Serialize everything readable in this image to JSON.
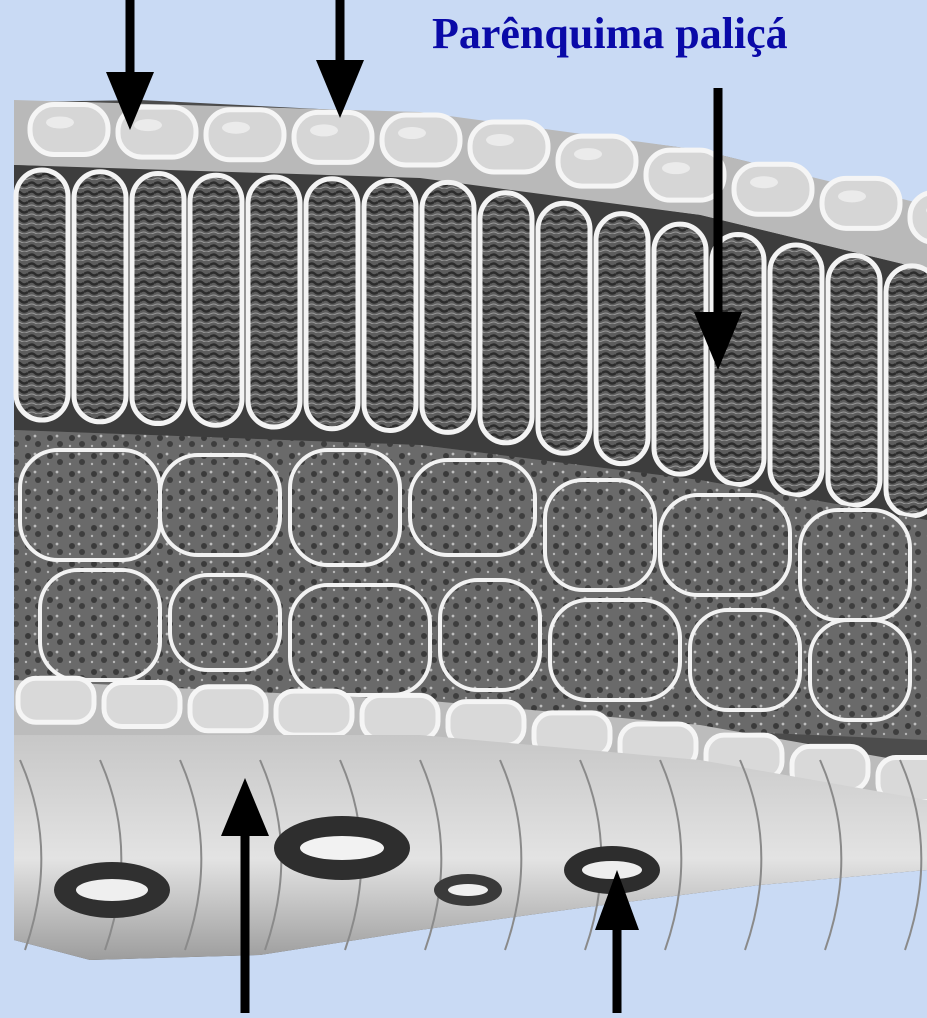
{
  "diagram": {
    "labels": {
      "palisade": "Parênquima paliçá"
    },
    "colors": {
      "background": "#c9daf4",
      "label_text": "#0a0aa8",
      "arrow": "#000000",
      "tissue_dark": "#555555",
      "tissue_light": "#e4e4e4",
      "cell_wall": "#f5f5f5"
    },
    "arrows": [
      {
        "name": "arrow-top-left",
        "direction": "down"
      },
      {
        "name": "arrow-top-middle",
        "direction": "down"
      },
      {
        "name": "arrow-palisade",
        "direction": "down"
      },
      {
        "name": "arrow-lower-epidermis",
        "direction": "up"
      },
      {
        "name": "arrow-stomata",
        "direction": "up"
      }
    ]
  }
}
